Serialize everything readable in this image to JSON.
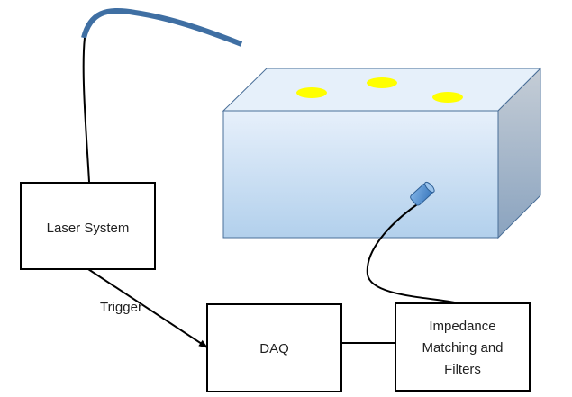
{
  "diagram": {
    "nodes": {
      "laser_system": {
        "label": "Laser System"
      },
      "daq": {
        "label": "DAQ"
      },
      "impedance": {
        "lines": [
          "Impedance",
          "Matching and",
          "Filters"
        ]
      }
    },
    "edges": {
      "trigger": {
        "label": "Trigger"
      }
    },
    "colors": {
      "box_stroke": "#000000",
      "fiber": "#3f6fa3",
      "tank_top": "#e6f0fa",
      "tank_front_top": "#e7f0fb",
      "tank_front_bottom": "#b2d0ec",
      "tank_side_top": "#c5cdd6",
      "tank_side_bottom": "#8aa3bf",
      "tank_edge": "#4a6f98",
      "target_dot": "#ffff00",
      "sensor": "#4f8fd0"
    }
  }
}
